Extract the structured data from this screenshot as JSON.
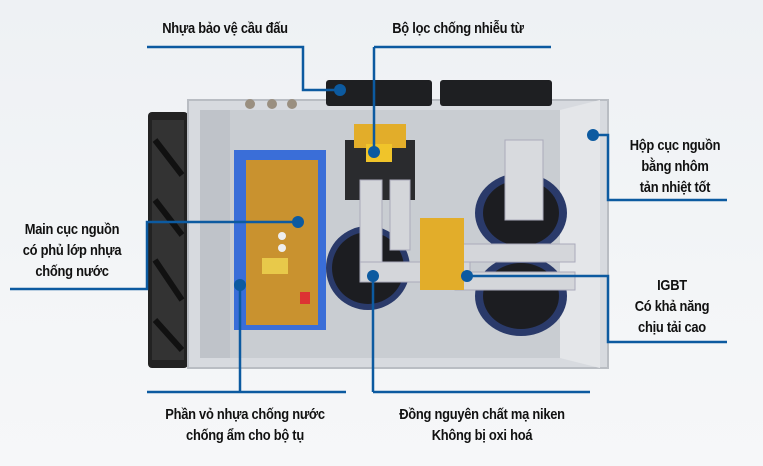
{
  "colors": {
    "callout_line": "#0c5aa0",
    "background": "#f1f3f6",
    "text": "#111111",
    "chassis": "#cfd3d8",
    "pcb": "#d8a23a",
    "blue_plastic": "#3a6ed8"
  },
  "callouts": [
    {
      "id": "terminal-cover",
      "lines": [
        "Nhựa bảo vệ cầu đấu"
      ]
    },
    {
      "id": "emi-filter",
      "lines": [
        "Bộ lọc chống nhiễu từ"
      ]
    },
    {
      "id": "aluminum-case",
      "lines": [
        "Hộp cục nguồn",
        "bằng nhôm",
        "tản nhiệt tốt"
      ]
    },
    {
      "id": "main-board",
      "lines": [
        "Main cục nguồn",
        "có phủ lớp nhựa",
        "chống nước"
      ]
    },
    {
      "id": "igbt",
      "lines": [
        "IGBT",
        "Có khả năng",
        "chịu tải cao"
      ]
    },
    {
      "id": "plastic-shell",
      "lines": [
        "Phần vỏ nhựa chống nước",
        "chống ẩm cho bộ tụ"
      ]
    },
    {
      "id": "copper-bar",
      "lines": [
        "Đồng nguyên chất mạ niken",
        "Không bị oxi hoá"
      ]
    }
  ]
}
